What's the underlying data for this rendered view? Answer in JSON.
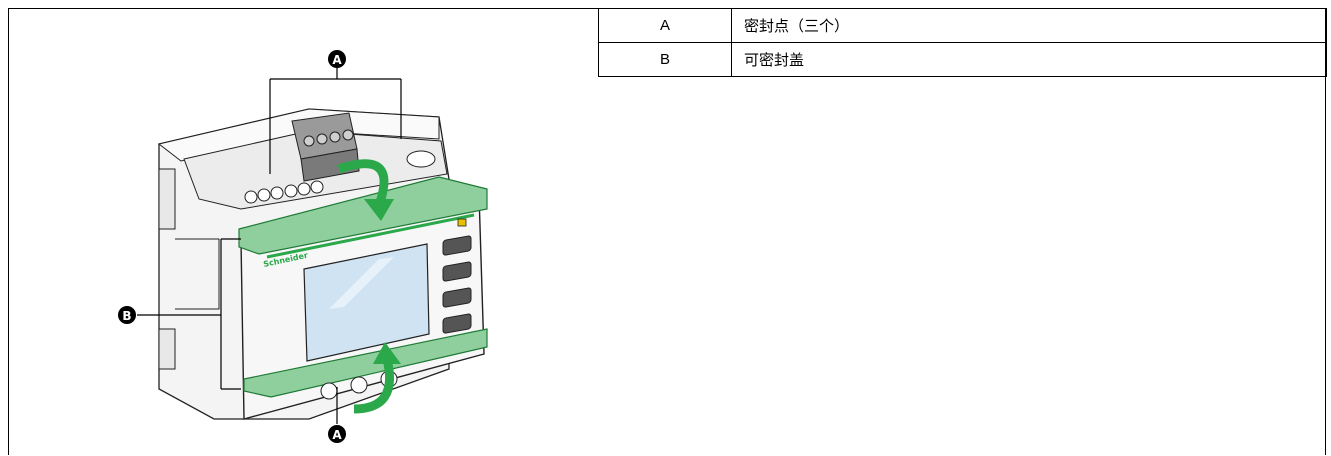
{
  "legend": [
    {
      "key": "A",
      "description": "密封点（三个）"
    },
    {
      "key": "B",
      "description": "可密封盖"
    }
  ],
  "figure": {
    "callouts": [
      "A",
      "B",
      "A"
    ],
    "brand_text": "Schneider"
  },
  "colors": {
    "accent_green": "#2aa84a",
    "cover_green": "#8fcf9e",
    "device_body": "#f2f2f2",
    "outline": "#222222",
    "screen_blue": "#cfe3f2",
    "button_gray": "#555555"
  }
}
